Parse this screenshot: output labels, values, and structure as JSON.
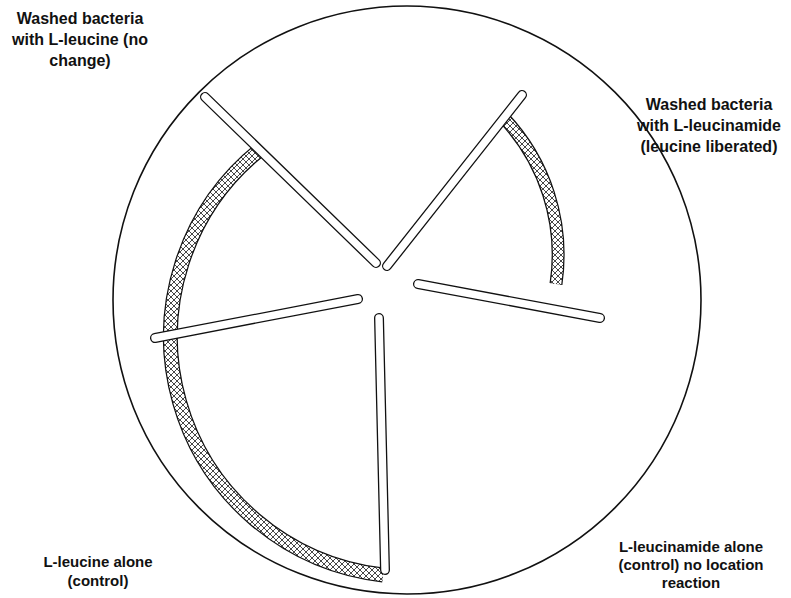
{
  "diagram": {
    "labels": [
      "Washed bacteria with L-leucine (no change)",
      "Washed bacteria with L-leucinamide (leucine liberated)",
      "L-leucine alone (control)",
      "L-leucinamide alone (control) no location reaction"
    ]
  }
}
